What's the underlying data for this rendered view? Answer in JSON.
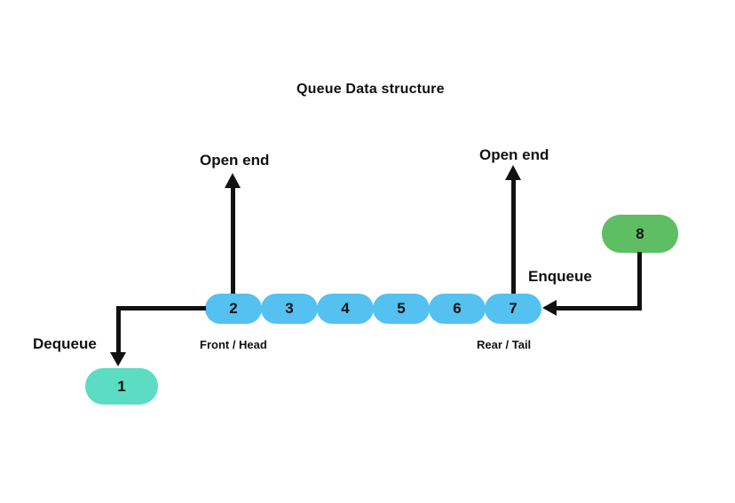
{
  "title": "Queue Data structure",
  "colors": {
    "cell_blue": "#55C1F0",
    "enqueue_green": "#5FBE63",
    "dequeue_teal": "#5CDCC2",
    "arrow_black": "#111111"
  },
  "queue": {
    "cells": [
      "2",
      "3",
      "4",
      "5",
      "6",
      "7"
    ],
    "front_label": "Front / Head",
    "rear_label": "Rear / Tail"
  },
  "open_ends": {
    "left_label": "Open end",
    "right_label": "Open end"
  },
  "enqueue": {
    "label": "Enqueue",
    "item": "8"
  },
  "dequeue": {
    "label": "Dequeue",
    "item": "1"
  }
}
